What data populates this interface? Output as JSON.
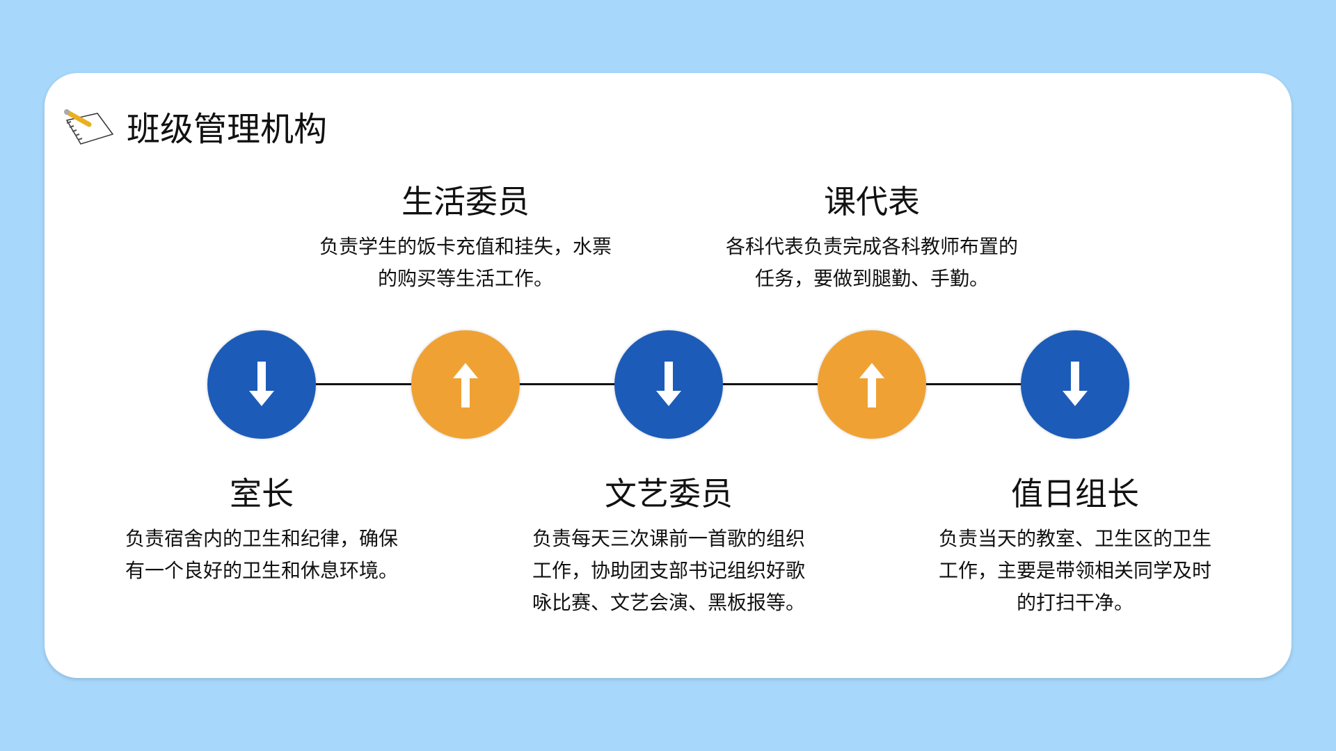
{
  "title": "班级管理机构",
  "colors": {
    "background": "#a7d7fb",
    "blue": "#1c5cb8",
    "orange": "#efa233"
  },
  "items": [
    {
      "heading": "室长",
      "desc": "负责宿舍内的卫生和纪律，确保有一个良好的卫生和休息环境。",
      "position": "bottom",
      "icon": "arrow-down-icon"
    },
    {
      "heading": "生活委员",
      "desc": "负责学生的饭卡充值和挂失，水票的购买等生活工作。",
      "position": "top",
      "icon": "arrow-up-icon"
    },
    {
      "heading": "文艺委员",
      "desc": "负责每天三次课前一首歌的组织工作，协助团支部书记组织好歌咏比赛、文艺会演、黑板报等。",
      "position": "bottom",
      "icon": "arrow-down-icon"
    },
    {
      "heading": "课代表",
      "desc": "各科代表负责完成各科教师布置的任务，要做到腿勤、手勤。",
      "position": "top",
      "icon": "arrow-up-icon"
    },
    {
      "heading": "值日组长",
      "desc": "负责当天的教室、卫生区的卫生工作，主要是带领相关同学及时的打扫干净。",
      "position": "bottom",
      "icon": "arrow-down-icon"
    }
  ]
}
